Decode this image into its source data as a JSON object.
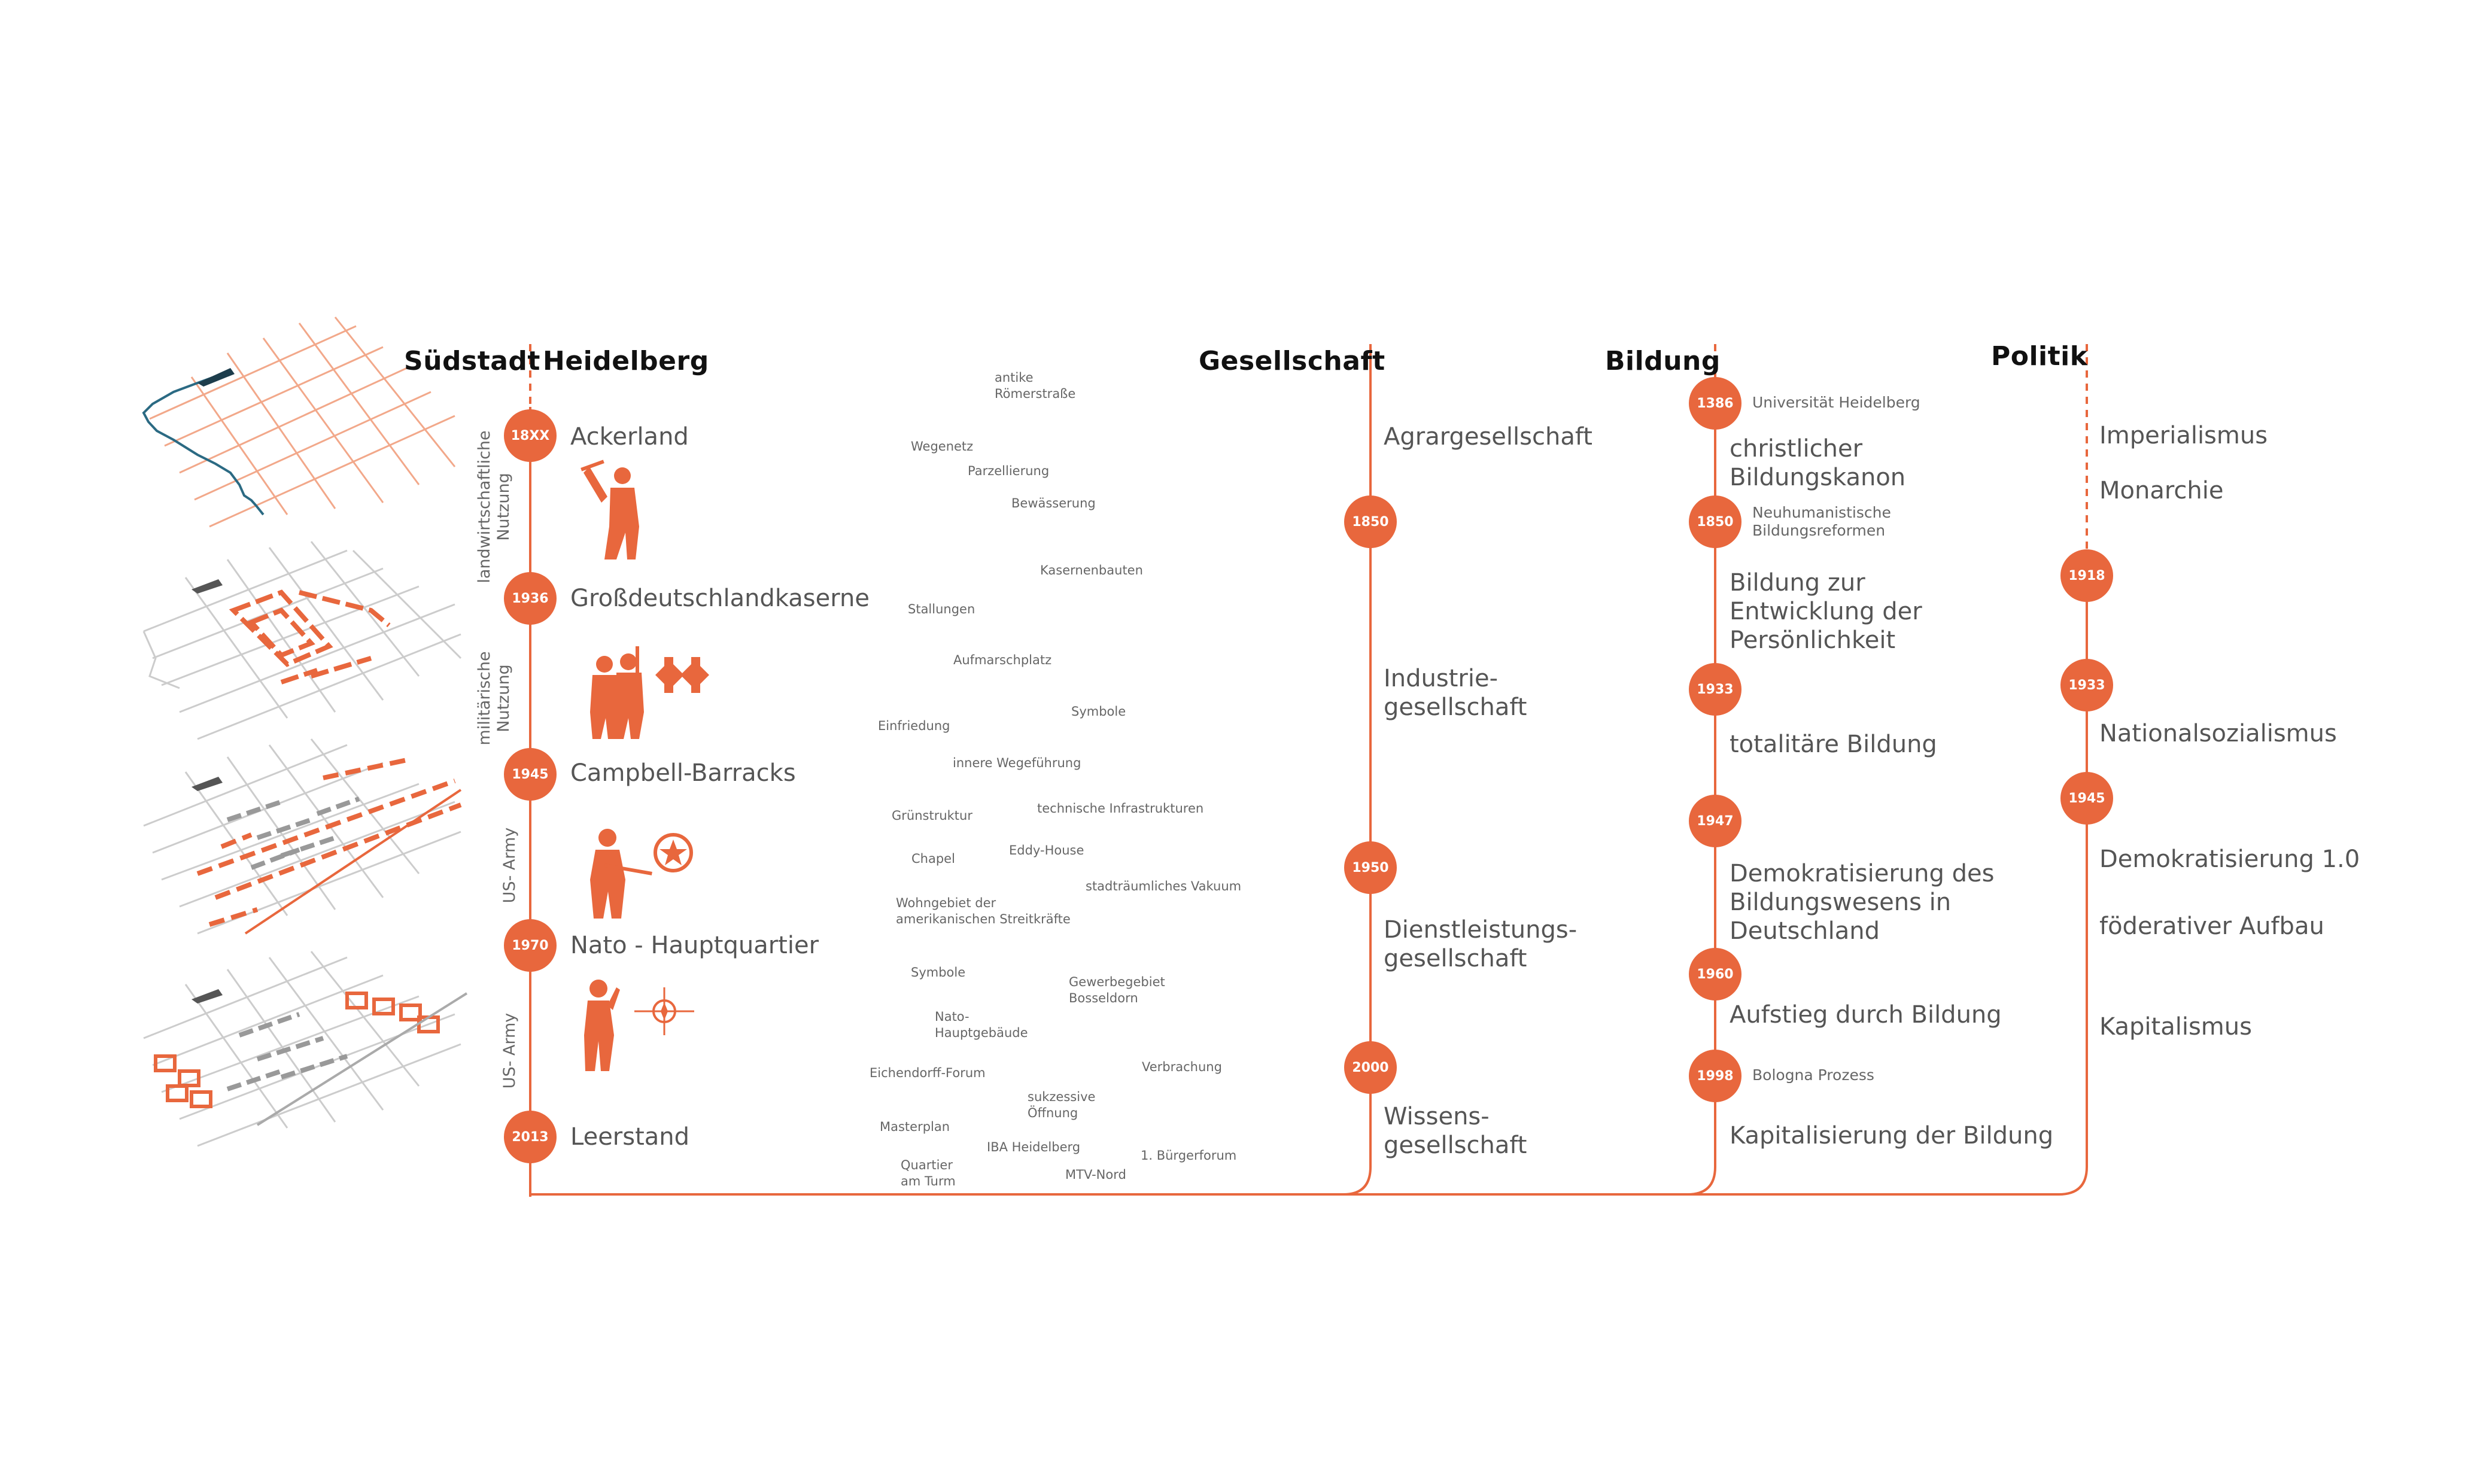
{
  "colors": {
    "accent": "#e8673d",
    "grid": "#c8c8c8",
    "river": "#2b6a83",
    "text": "#555555",
    "heading": "#111111"
  },
  "headings": {
    "suedstadt": "Südstadt",
    "heidelberg": "Heidelberg",
    "gesellschaft": "Gesellschaft",
    "bildung": "Bildung",
    "politik": "Politik"
  },
  "eras": {
    "landw": "landwirtschaftliche Nutzung",
    "mil": "militärische Nutzung",
    "us1": "US- Army",
    "us2": "US- Army"
  },
  "heidelberg": {
    "years": [
      "18XX",
      "1936",
      "1945",
      "1970",
      "2013"
    ],
    "labels": [
      "Ackerland",
      "Großdeutschlandkaserne",
      "Campbell-Barracks",
      "Nato - Hauptquartier",
      "Leerstand"
    ]
  },
  "keywords": [
    "antike Römerstraße",
    "Wegenetz",
    "Parzellierung",
    "Bewässerung",
    "Kasernenbauten",
    "Stallungen",
    "Aufmarschplatz",
    "Symbole",
    "Einfriedung",
    "innere Wegeführung",
    "technische Infrastrukturen",
    "Grünstruktur",
    "Eddy-House",
    "Chapel",
    "stadträumliches Vakuum",
    "Wohngebiet der amerikanischen Streitkräfte",
    "Symbole",
    "Gewerbegebiet Bosseldorn",
    "Nato- Hauptgebäude",
    "Verbrachung",
    "Eichendorff-Forum",
    "sukzessive Öffnung",
    "Masterplan",
    "IBA Heidelberg",
    "1. Bürgerforum",
    "Quartier am Turm",
    "MTV-Nord"
  ],
  "gesellschaft": {
    "years": [
      "1850",
      "1950",
      "2000"
    ],
    "labels": [
      "Agrargesellschaft",
      "Industrie- gesellschaft",
      "Dienstleistungs- gesellschaft",
      "Wissens- gesellschaft"
    ]
  },
  "bildung": {
    "years": [
      "1386",
      "1850",
      "1933",
      "1947",
      "1960",
      "1998"
    ],
    "notes": [
      "Universität Heidelberg",
      "Neuhumanistische Bildungsreformen",
      "Bologna Prozess"
    ],
    "labels": [
      "christlicher Bildungskanon",
      "Bildung zur Entwicklung der Persönlichkeit",
      "totalitäre Bildung",
      "Demokratisierung des Bildungswesens in Deutschland",
      "Aufstieg durch Bildung",
      "Kapitalisierung der Bildung"
    ]
  },
  "politik": {
    "years": [
      "1918",
      "1933",
      "1945"
    ],
    "labels": [
      "Imperialismus",
      "Monarchie",
      "Nationalsozialismus",
      "Demokratisierung 1.0",
      "föderativer Aufbau",
      "Kapitalismus"
    ]
  },
  "icons": [
    "farmer-silhouette-icon",
    "soldiers-silhouette-icon",
    "iron-cross-icon",
    "us-soldier-silhouette-icon",
    "star-circle-icon",
    "officer-silhouette-icon",
    "nato-compass-icon"
  ],
  "maps": [
    "axonometric-map-agricultural",
    "axonometric-map-military",
    "axonometric-map-us-army",
    "axonometric-map-nato"
  ]
}
